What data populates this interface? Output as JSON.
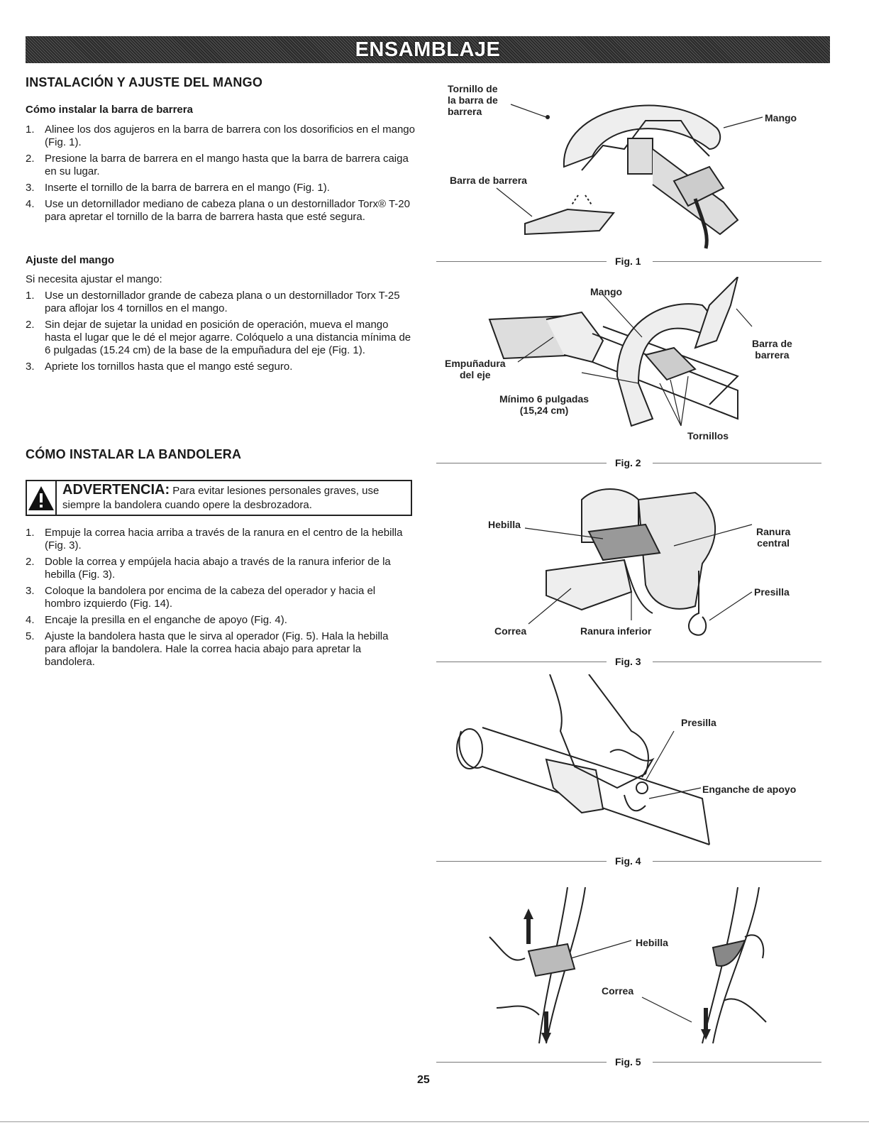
{
  "banner": {
    "title": "ENSAMBLAJE"
  },
  "section1": {
    "heading": "INSTALACIÓN Y AJUSTE DEL MANGO",
    "sub1": "Cómo instalar la barra de barrera",
    "steps1": [
      {
        "n": "1.",
        "text": "Alinee los dos agujeros en la barra de barrera con los dosorificios en el mango (Fig. 1)."
      },
      {
        "n": "2.",
        "text": "Presione la barra de barrera en el mango hasta que la barra de barrera caiga en su lugar."
      },
      {
        "n": "3.",
        "text": "Inserte el tornillo de la barra de barrera en el mango (Fig. 1)."
      },
      {
        "n": "4.",
        "text": "Use un detornillador mediano de cabeza plana o un destornillador Torx® T-20 para apretar el tornillo de la barra de barrera hasta que esté segura."
      }
    ],
    "sub2": "Ajuste del mango",
    "intro2": "Si necesita ajustar el mango:",
    "steps2": [
      {
        "n": "1.",
        "text": "Use un destornillador grande de cabeza plana o un destornillador Torx T-25 para aflojar los 4 tornillos en el mango."
      },
      {
        "n": "2.",
        "text": "Sin dejar de sujetar la unidad en posición de operación, mueva el mango hasta el lugar que le dé el mejor agarre. Colóquelo a una distancia mínima de 6 pulgadas (15.24 cm) de la base de la empuñadura del eje (Fig. 1)."
      },
      {
        "n": "3.",
        "text": "Apriete los tornillos hasta que el mango esté seguro."
      }
    ]
  },
  "section2": {
    "heading": "CÓMO INSTALAR LA BANDOLERA",
    "warning_title": "ADVERTENCIA:",
    "warning_text": "Para evitar lesiones personales graves, use siempre la bandolera cuando opere la desbrozadora.",
    "steps": [
      {
        "n": "1.",
        "text": "Empuje la correa hacia arriba a través de la ranura en el centro de la hebilla (Fig. 3)."
      },
      {
        "n": "2.",
        "text": "Doble la correa y empújela hacia abajo a través de la ranura inferior de la hebilla (Fig. 3)."
      },
      {
        "n": "3.",
        "text": "Coloque la bandolera por encima de la cabeza del operador y hacia el hombro izquierdo (Fig. 14)."
      },
      {
        "n": "4.",
        "text": "Encaje la presilla en el enganche de apoyo (Fig. 4)."
      },
      {
        "n": "5.",
        "text": "Ajuste la bandolera hasta que le sirva al operador (Fig. 5). Hala la hebilla para aflojar la bandolera. Hale la correa hacia abajo para apretar la bandolera."
      }
    ]
  },
  "figures": {
    "fig1": {
      "caption": "Fig. 1",
      "labels": {
        "screw": "Tornillo de\nla barra de\nbarrera",
        "handle": "Mango",
        "bar": "Barra de barrera"
      }
    },
    "fig2": {
      "caption": "Fig. 2",
      "labels": {
        "handle": "Mango",
        "grip": "Empuñadura\ndel eje",
        "bar": "Barra de\nbarrera",
        "min": "Mínimo 6 pulgadas\n(15,24 cm)",
        "screws": "Tornillos"
      }
    },
    "fig3": {
      "caption": "Fig. 3",
      "labels": {
        "buckle": "Hebilla",
        "center": "Ranura\ncentral",
        "clip": "Presilla",
        "strap": "Correa",
        "lower": "Ranura inferior"
      }
    },
    "fig4": {
      "caption": "Fig. 4",
      "labels": {
        "clip": "Presilla",
        "hook": "Enganche de apoyo"
      }
    },
    "fig5": {
      "caption": "Fig. 5",
      "labels": {
        "buckle": "Hebilla",
        "strap": "Correa"
      }
    }
  },
  "page_number": "25"
}
